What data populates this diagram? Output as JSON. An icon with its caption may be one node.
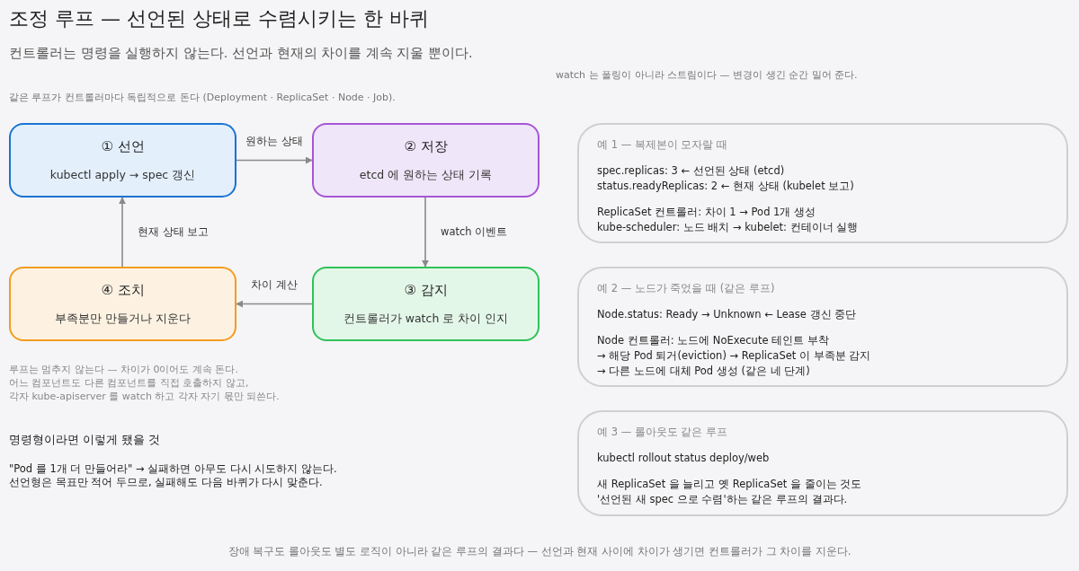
{
  "diagram": {
    "title": "조정 루프 — 선언된 상태로 수렴시키는 한 바퀴",
    "caption": "장애 복구도 롤아웃도 별도 로직이 아니라 같은 루프의 결과다 — 선언과 현재 사이에 차이가 생기면 컨트롤러가 그 차이를 지운다.",
    "nodes": [
      {
        "text": [
          "① 선언",
          "kubectl apply → spec 갱신"
        ]
      },
      {
        "text": [
          "② 저장",
          "etcd 에 원하는 상태 기록"
        ]
      },
      {
        "text": [
          "③ 감지",
          "컨트롤러가 watch 로 차이 인지"
        ]
      },
      {
        "text": [
          "④ 조치",
          "부족분만 만들거나 지운다"
        ]
      },
      {
        "text": [
          "예 1 — 복제본이 모자랄 때",
          "spec.replicas: 3 ← 선언된 상태 (etcd)",
          "status.readyReplicas: 2 ← 현재 상태 (kubelet 보고)",
          "ReplicaSet 컨트롤러: 차이 1 → Pod 1개 생성",
          "kube-scheduler: 노드 배치 → kubelet: 컨테이너 실행"
        ]
      },
      {
        "text": [
          "예 2 — 노드가 죽었을 때 (같은 루프)",
          "Node.status: Ready → Unknown ← Lease 갱신 중단",
          "Node 컨트롤러: 노드에 NoExecute 테인트 부착",
          "→ 해당 Pod 퇴거(eviction) → ReplicaSet 이 부족분 감지",
          "→ 다른 노드에 대체 Pod 생성 (같은 네 단계)"
        ]
      },
      {
        "text": [
          "예 3 — 롤아웃도 같은 루프",
          "kubectl rollout status deploy/web",
          "새 ReplicaSet 을 늘리고 옛 ReplicaSet 을 줄이는 것도",
          "'선언된 새 spec 으로 수렴'하는 같은 루프의 결과다."
        ]
      }
    ],
    "edges": [
      {
        "from": 0,
        "to": 1,
        "arrow": "to",
        "label": "원하는 상태"
      },
      {
        "from": 1,
        "to": 2,
        "arrow": "to",
        "label": "watch 이벤트"
      },
      {
        "from": 2,
        "to": 3,
        "arrow": "to",
        "label": "차이 계산"
      },
      {
        "from": 3,
        "to": 0,
        "arrow": "to",
        "label": "현재 상태 보고"
      }
    ],
    "labels": [
      "컨트롤러는 명령을 실행하지 않는다. 선언과 현재의 차이를 계속 지울 뿐이다.",
      "watch 는 폴링이 아니라 스트림이다 — 변경이 생긴 순간 밀어 준다.",
      "같은 루프가 컨트롤러마다 독립적으로 돈다 (Deployment · ReplicaSet · Node · Job).",
      "루프는 멈추지 않는다 — 차이가 0이어도 계속 돈다.",
      "어느 컴포넌트도 다른 컴포넌트를 직접 호출하지 않고,",
      "각자 kube-apiserver 를 watch 하고 각자 자기 몫만 되쓴다.",
      "명령형이라면 이렇게 됐을 것",
      "\"Pod 를 1개 더 만들어라\" → 실패하면 아무도 다시 시도하지 않는다.",
      "선언형은 목표만 적어 두므로, 실패해도 다음 바퀴가 다시 맞춘다."
    ]
  }
}
